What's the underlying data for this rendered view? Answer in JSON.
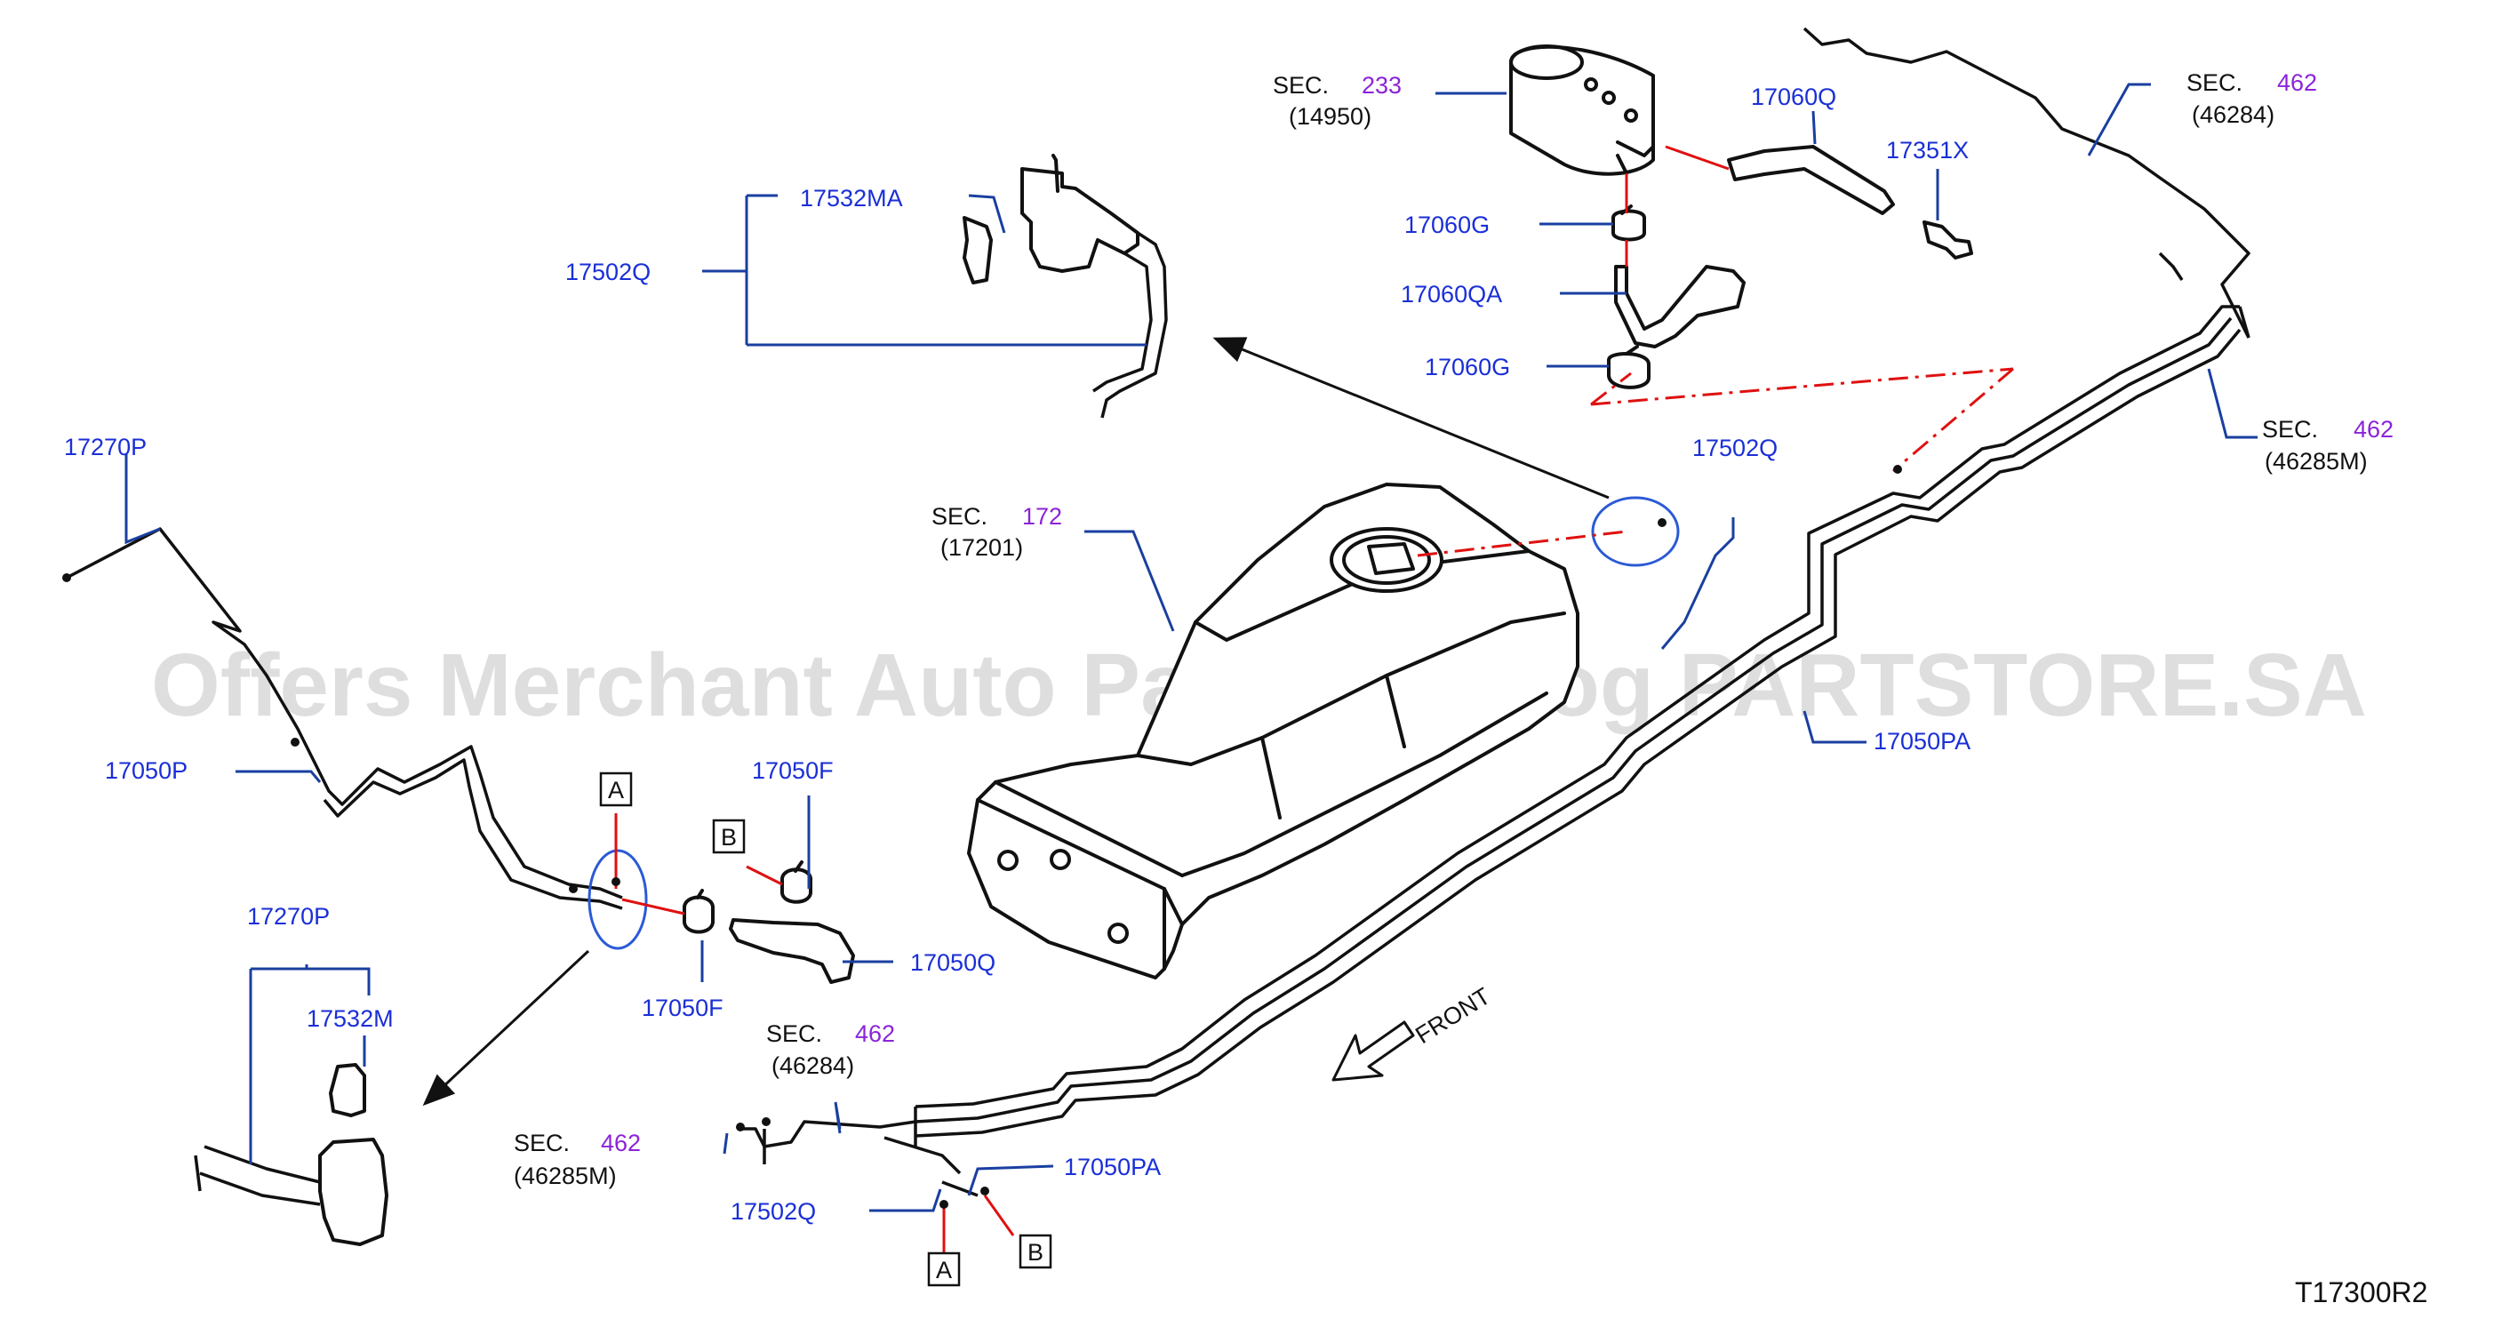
{
  "watermark": "Offers Merchant Auto Parts Catalog PARTSTORE.SA",
  "diagram_id": "T17300R2",
  "front_label": "FRONT",
  "callouts": {
    "p17532MA": "17532MA",
    "p17502Q_top": "17502Q",
    "p17060Q": "17060Q",
    "p17351X": "17351X",
    "p17060G_a": "17060G",
    "p17060QA": "17060QA",
    "p17060G_b": "17060G",
    "p17502Q_mid": "17502Q",
    "p17270P_top": "17270P",
    "p17050P": "17050P",
    "p17050F_top": "17050F",
    "p17050Q": "17050Q",
    "p17050F_bot": "17050F",
    "p17270P_bot": "17270P",
    "p17532M": "17532M",
    "p17050PA_right": "17050PA",
    "p17050PA_bot": "17050PA",
    "p17502Q_bot": "17502Q"
  },
  "sections": {
    "s233": {
      "sec": "SEC.",
      "num": "233",
      "code": "(14950)"
    },
    "s462_a": {
      "sec": "SEC.",
      "num": "462",
      "code": "(46284)"
    },
    "s462_b": {
      "sec": "SEC.",
      "num": "462",
      "code": "(46285M)"
    },
    "s172": {
      "sec": "SEC.",
      "num": "172",
      "code": "(17201)"
    },
    "s462_c": {
      "sec": "SEC.",
      "num": "462",
      "code": "(46284)"
    },
    "s462_d": {
      "sec": "SEC.",
      "num": "462",
      "code": "(46285M)"
    }
  },
  "markers": {
    "a": "A",
    "b": "B"
  },
  "colors": {
    "part_number": "#1a2fd6",
    "section_number": "#8b24d8",
    "connector": "#e01010",
    "leader": "#1a3fa0"
  }
}
